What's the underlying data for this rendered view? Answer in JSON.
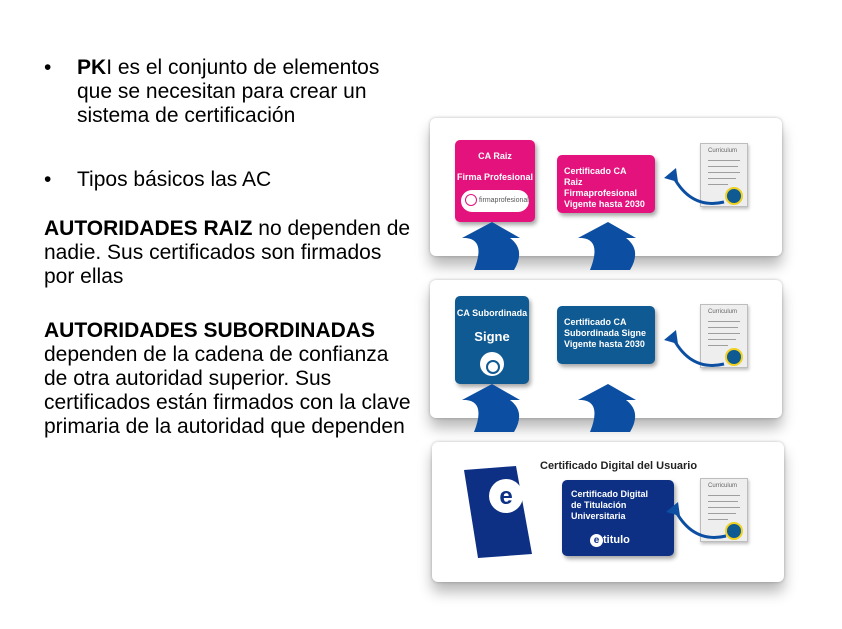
{
  "bullets": [
    {
      "bold": "PK",
      "rest": "I es el conjunto de elementos que se necesitan para crear un sistema de certificación"
    },
    {
      "bold": "",
      "rest": "Tipos básicos las AC"
    }
  ],
  "paragraphs": [
    {
      "bold": "AUTORIDADES RAIZ",
      "rest": " no dependen de nadie. Sus certificados son firmados por ellas"
    },
    {
      "bold": "AUTORIDADES SUBORDINADAS",
      "rest": " dependen de la cadena de confianza de otra autoridad superior. Sus certificados están firmados con la clave primaria de la autoridad que dependen"
    }
  ],
  "diagram": {
    "tier_root": {
      "box_title": "CA Raiz",
      "box_subtitle": "Firma Profesional",
      "logo_text": "firmaprofesional",
      "cert_lines": [
        "Certificado CA",
        "Raiz Firmaprofesional",
        "Vigente hasta 2030"
      ],
      "doc_title": "Curriculum"
    },
    "tier_sub": {
      "box_title": "CA Subordinada",
      "box_subtitle": "Signe",
      "cert_lines": [
        "Certificado CA",
        "Subordinada Signe",
        "Vigente hasta 2030"
      ],
      "doc_title": "Curriculum"
    },
    "tier_user": {
      "title": "Certificado Digital del Usuario",
      "badge_letter": "e",
      "cert_lines": [
        "Certificado Digital",
        "de Titulación",
        "Universitaria"
      ],
      "brand": "titulo",
      "doc_title": "Curriculum"
    },
    "colors": {
      "pink": "#e4127c",
      "blue": "#0f5a92",
      "navy": "#0d2f84",
      "arrow": "#0c4fa2"
    }
  }
}
